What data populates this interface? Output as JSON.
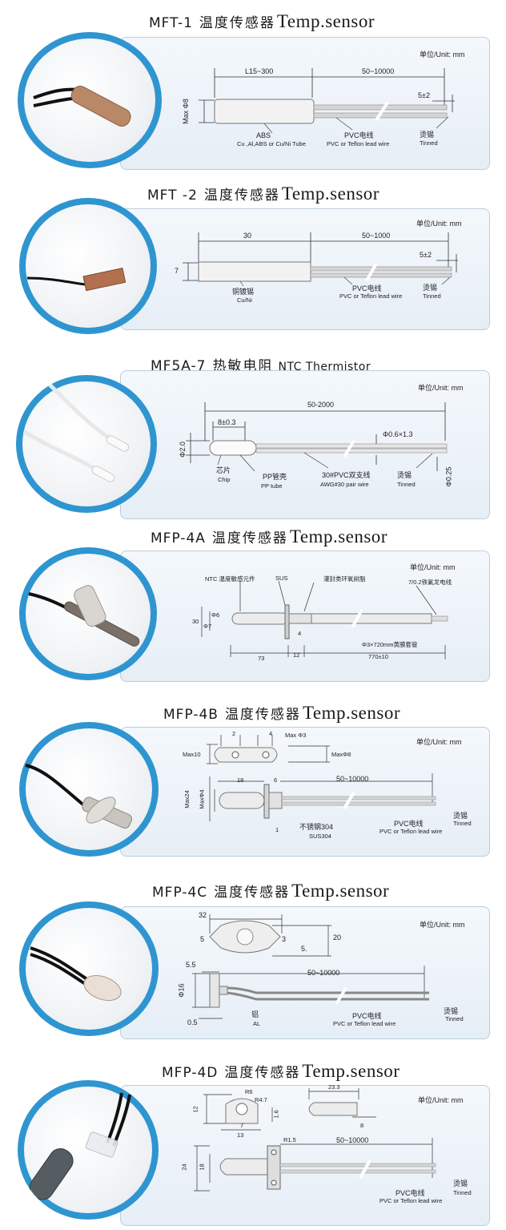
{
  "sections": [
    {
      "model": "MFT-1",
      "cn": "温度传感器",
      "en": "Temp.sensor",
      "unit": "单位/Unit: mm",
      "labels": {
        "len1": "L15~300",
        "len2": "50~10000",
        "tip": "5±2",
        "dia": "Max Φ8",
        "mat": "ABS",
        "mat2": "Cu ,Al,ABS or Cu/Ni Tube",
        "wire": "PVC电线",
        "wire2": "PVC or Teflon lead wire",
        "tin": "烫锡",
        "tin2": "Tinned"
      }
    },
    {
      "model": "MFT -2",
      "cn": "温度传感器",
      "en": "Temp.sensor",
      "unit": "单位/Unit: mm",
      "labels": {
        "len1": "30",
        "len2": "50~1000",
        "tip": "5±2",
        "dia": "7",
        "mat": "铜镀锡",
        "mat2": "Cu/Ni",
        "wire": "PVC电线",
        "wire2": "PVC or Teflon lead wire",
        "tin": "烫锡",
        "tin2": "Tinned"
      }
    },
    {
      "model": "MF5A-7",
      "cn": "热敏电阻",
      "en": "NTC Thermistor",
      "unit": "单位/Unit: mm",
      "labels": {
        "len": "50-2000",
        "head": "8±0.3",
        "dia": "Φ2.0",
        "wire_dia": "Φ0.6×1.3",
        "end": "Φ0.25",
        "chip": "芯片",
        "chip2": "Chip",
        "tube": "PP管壳",
        "tube2": "PP tube",
        "wire": "30#PVC双支线",
        "wire2": "AWG#30 pair wire",
        "tin": "烫锡",
        "tin2": "Tinned"
      }
    },
    {
      "model": "MFP-4A",
      "cn": "温度传感器",
      "en": "Temp.sensor",
      "unit": "单位/Unit: mm",
      "labels": {
        "ntc": "NTC 温度敏感元件",
        "sus": "SUS",
        "epoxy": "灌封类环氧树脂",
        "wire": "7/0.2铁氟龙电线",
        "h30": "30",
        "d7": "Φ7",
        "d6": "Φ6",
        "d4": "4",
        "l73": "73",
        "l12": "12",
        "l770": "770±10",
        "sleeve": "Φ3×720mm黄膜套管"
      }
    },
    {
      "model": "MFP-4B",
      "cn": "温度传感器",
      "en": "Temp.sensor",
      "unit": "单位/Unit: mm",
      "labels": {
        "two": "2",
        "four": "4",
        "max3": "Max Φ3",
        "max10": "Max10",
        "max8": "MaxΦ8",
        "l18": "18",
        "l6": "6",
        "len": "50~10000",
        "max24": "Max24",
        "max4": "MaxΦ4",
        "one": "1",
        "ss": "不锈钢304",
        "ss2": "SUS304",
        "wire": "PVC电线",
        "wire2": "PVC or Teflon lead wire",
        "tin": "烫锡",
        "tin2": "Tinned"
      }
    },
    {
      "model": "MFP-4C",
      "cn": "温度传感器",
      "en": "Temp.sensor",
      "unit": "单位/Unit: mm",
      "labels": {
        "w32": "32",
        "h5": "5",
        "h20": "20",
        "d3": "3",
        "d5": "5.",
        "l55": "5.5",
        "d16": "Φ16",
        "l05": "0.5",
        "len": "50~10000",
        "al": "铝",
        "al2": "AL",
        "wire": "PVC电线",
        "wire2": "PVC or Teflon lead wire",
        "tin": "烫锡",
        "tin2": "Tinned"
      }
    },
    {
      "model": "MFP-4D",
      "cn": "温度传感器",
      "en": "Temp.sensor",
      "unit": "单位/Unit: mm",
      "labels": {
        "r6": "R6",
        "r47": "R4.7",
        "h12": "12",
        "h16": "1.6",
        "d13": "13",
        "d7": "7",
        "w233": "23.3",
        "s": "8",
        "r15": "R1.5",
        "len": "50~10000",
        "h24": "24",
        "h18": "18",
        "wire": "PVC电线",
        "wire2": "PVC or Teflon lead wire",
        "tin": "烫锡",
        "tin2": "Tinned"
      }
    }
  ]
}
